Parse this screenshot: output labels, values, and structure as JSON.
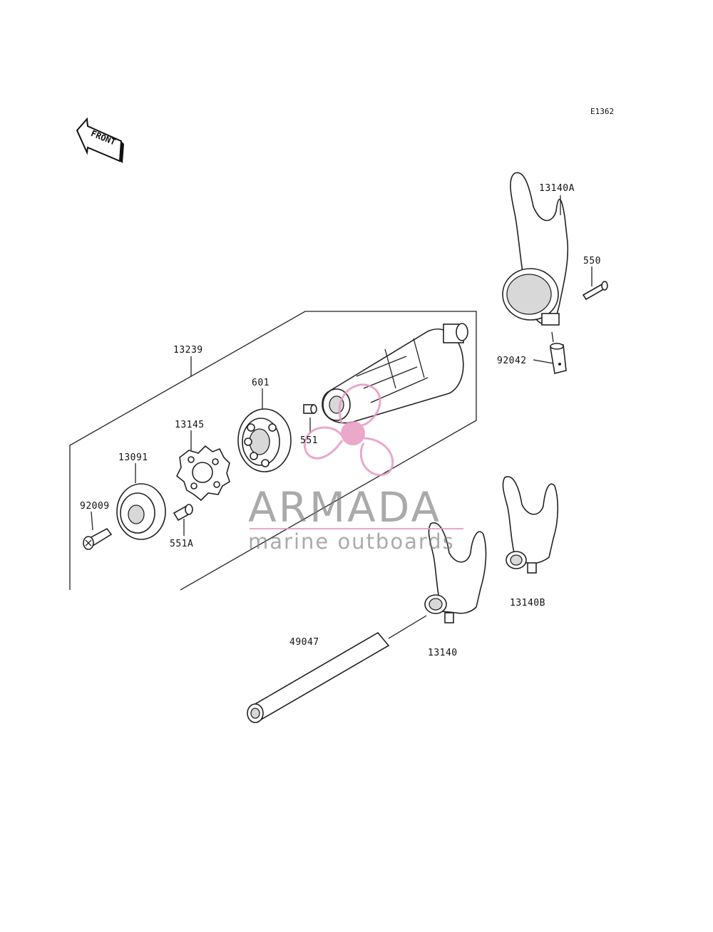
{
  "diagram_code": "E1362",
  "front_arrow_label": "FRONT",
  "watermark": {
    "brand": "ARMADA",
    "tagline": "marine outboards",
    "pink": "#e79ac3",
    "gray": "#7a7a7a"
  },
  "part_labels": {
    "p13140A": "13140A",
    "p550": "550",
    "p92042": "92042",
    "p13239": "13239",
    "p601": "601",
    "p13145": "13145",
    "p551": "551",
    "p13091": "13091",
    "p92009": "92009",
    "p551A": "551A",
    "p13140B": "13140B",
    "p49047": "49047",
    "p13140": "13140"
  }
}
